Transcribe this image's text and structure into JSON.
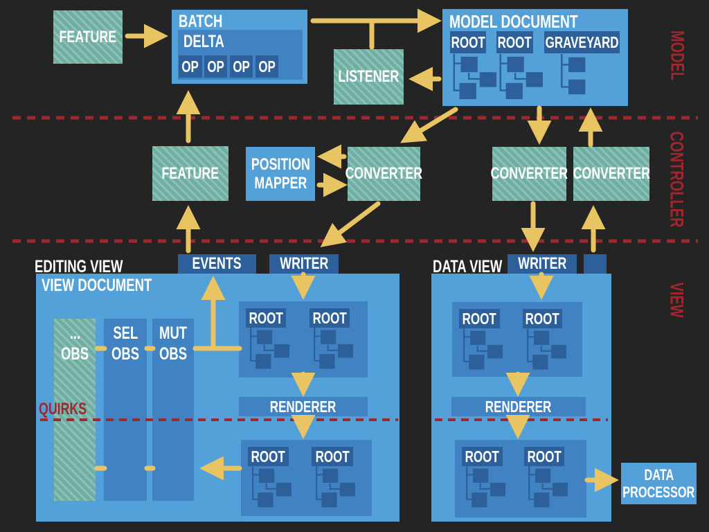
{
  "colors": {
    "background": "#242424",
    "light_blue": "#54a0d8",
    "medium_blue": "#4183c2",
    "dark_blue": "#2d5f9a",
    "teal": "#6fafa3",
    "arrow_yellow": "#e8c462",
    "section_red": "#a1262e",
    "text_white": "#ffffff"
  },
  "side_labels": {
    "model": "MODEL",
    "controller": "CONTROLLER",
    "view": "VIEW"
  },
  "model_row": {
    "feature": "FEATURE",
    "batch": {
      "label": "BATCH",
      "delta": {
        "label": "DELTA",
        "ops": [
          "OP",
          "OP",
          "OP",
          "OP"
        ]
      }
    },
    "listener": "LISTENER",
    "model_document": {
      "label": "MODEL DOCUMENT",
      "roots": [
        "ROOT",
        "ROOT",
        "GRAVEYARD"
      ]
    }
  },
  "controller_row": {
    "feature": "FEATURE",
    "position_mapper": {
      "line1": "POSITION",
      "line2": "MAPPER"
    },
    "converters": [
      "CONVERTER",
      "CONVERTER",
      "CONVERTER"
    ]
  },
  "view_row": {
    "editing_view": {
      "title": "EDITING VIEW",
      "tabs": {
        "events": "EVENTS",
        "writer": "WRITER"
      },
      "document_label": "VIEW DOCUMENT",
      "observers": [
        {
          "line1": "...",
          "line2": "OBS"
        },
        {
          "line1": "SEL",
          "line2": "OBS"
        },
        {
          "line1": "MUT",
          "line2": "OBS"
        }
      ],
      "quirks": "QUIRKS",
      "renderer": "RENDERER",
      "upper_roots": [
        "ROOT",
        "ROOT"
      ],
      "lower_roots": [
        "ROOT",
        "ROOT"
      ]
    },
    "data_view": {
      "title": "DATA VIEW",
      "tabs": {
        "writer": "WRITER"
      },
      "renderer": "RENDERER",
      "upper_roots": [
        "ROOT",
        "ROOT"
      ],
      "lower_roots": [
        "ROOT",
        "ROOT"
      ]
    },
    "data_processor": {
      "line1": "DATA",
      "line2": "PROCESSOR"
    }
  }
}
